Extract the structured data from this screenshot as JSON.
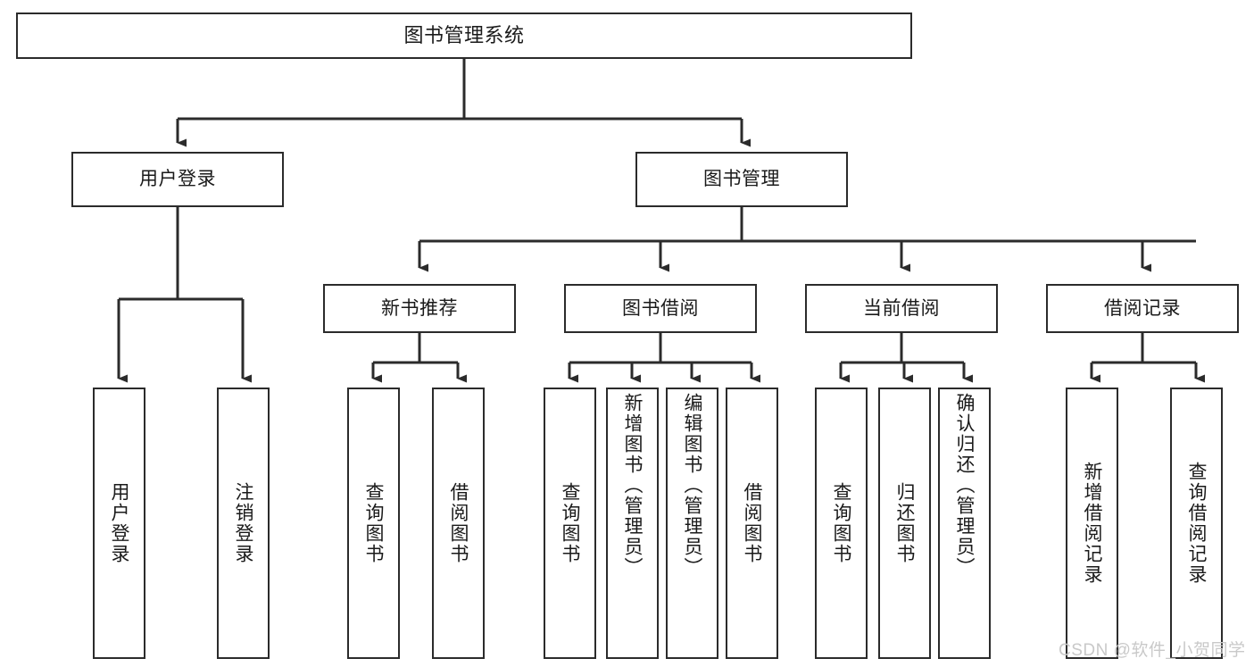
{
  "diagram": {
    "type": "tree-hierarchy-chart",
    "title": "图书管理系统",
    "line_color": "#2b2b2b",
    "box_fill": "#ffffff",
    "text_color": "#1a1a1a",
    "watermark": "CSDN @软件_小贺同学",
    "nodes": {
      "root": {
        "label": "图书管理系统"
      },
      "level2": [
        {
          "id": "user-login",
          "label": "用户登录"
        },
        {
          "id": "book-manage",
          "label": "图书管理"
        }
      ],
      "level3": [
        {
          "id": "new-book-rec",
          "label": "新书推荐"
        },
        {
          "id": "book-borrow",
          "label": "图书借阅"
        },
        {
          "id": "current-borrow",
          "label": "当前借阅"
        },
        {
          "id": "borrow-record",
          "label": "借阅记录"
        }
      ],
      "leaves": {
        "user_login": [
          {
            "id": "leaf-user-login",
            "label": "用户登录"
          },
          {
            "id": "leaf-logout",
            "label": "注销登录"
          }
        ],
        "new_book_rec": [
          {
            "id": "leaf-query-book-1",
            "label": "查询图书"
          },
          {
            "id": "leaf-borrow-book-1",
            "label": "借阅图书"
          }
        ],
        "book_borrow": [
          {
            "id": "leaf-query-book-2",
            "label": "查询图书"
          },
          {
            "id": "leaf-add-book",
            "label": "新增图书（管理员）"
          },
          {
            "id": "leaf-edit-book",
            "label": "编辑图书（管理员）"
          },
          {
            "id": "leaf-borrow-book-2",
            "label": "借阅图书"
          }
        ],
        "current_borrow": [
          {
            "id": "leaf-query-book-3",
            "label": "查询图书"
          },
          {
            "id": "leaf-return-book",
            "label": "归还图书"
          },
          {
            "id": "leaf-confirm-return",
            "label": "确认归还（管理员）"
          }
        ],
        "borrow_record": [
          {
            "id": "leaf-add-record",
            "label": "新增借阅记录"
          },
          {
            "id": "leaf-query-record",
            "label": "查询借阅记录"
          }
        ]
      }
    }
  }
}
